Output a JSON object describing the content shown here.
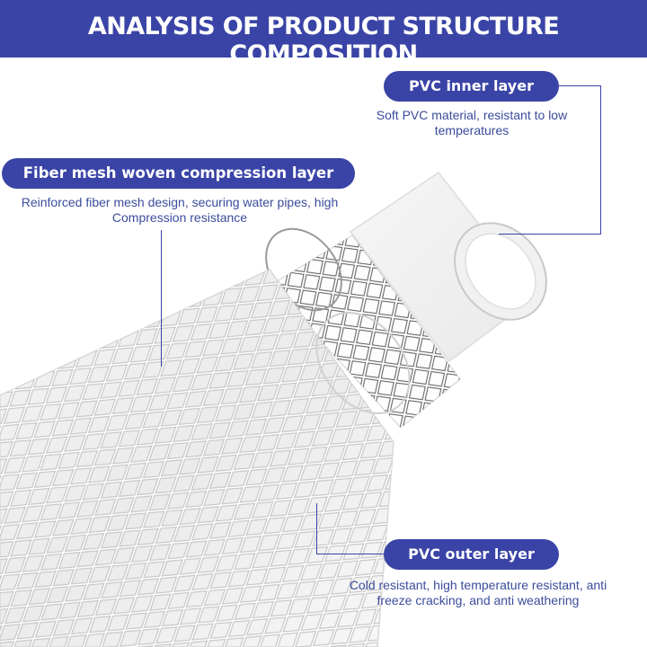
{
  "banner": {
    "title": "ANALYSIS OF PRODUCT STRUCTURE COMPOSITION"
  },
  "callouts": {
    "inner": {
      "label": "PVC inner layer",
      "line1": "Soft PVC material, resistant to low",
      "line2": "temperatures"
    },
    "mesh": {
      "label": "Fiber mesh woven compression layer",
      "line1": "Reinforced fiber mesh design, securing water pipes, high",
      "line2": "Compression resistance"
    },
    "outer": {
      "label": "PVC outer layer",
      "line1": "Cold resistant, high temperature resistant, anti",
      "line2": "freeze cracking, and anti weathering"
    }
  },
  "colors": {
    "accent": "#3a44a6",
    "description_text": "#3b4c9c"
  }
}
